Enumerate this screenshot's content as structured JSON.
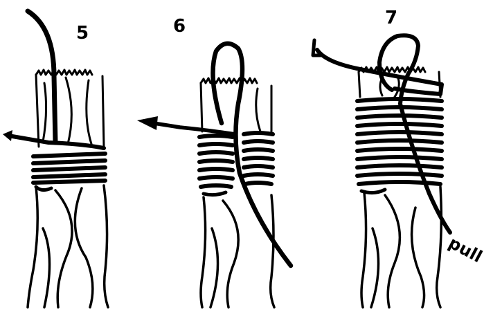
{
  "steps": [
    {
      "number": "5"
    },
    {
      "number": "6"
    },
    {
      "number": "7"
    }
  ],
  "pull_label": "pull",
  "ink_color": "#000000",
  "paper_color": "#ffffff"
}
